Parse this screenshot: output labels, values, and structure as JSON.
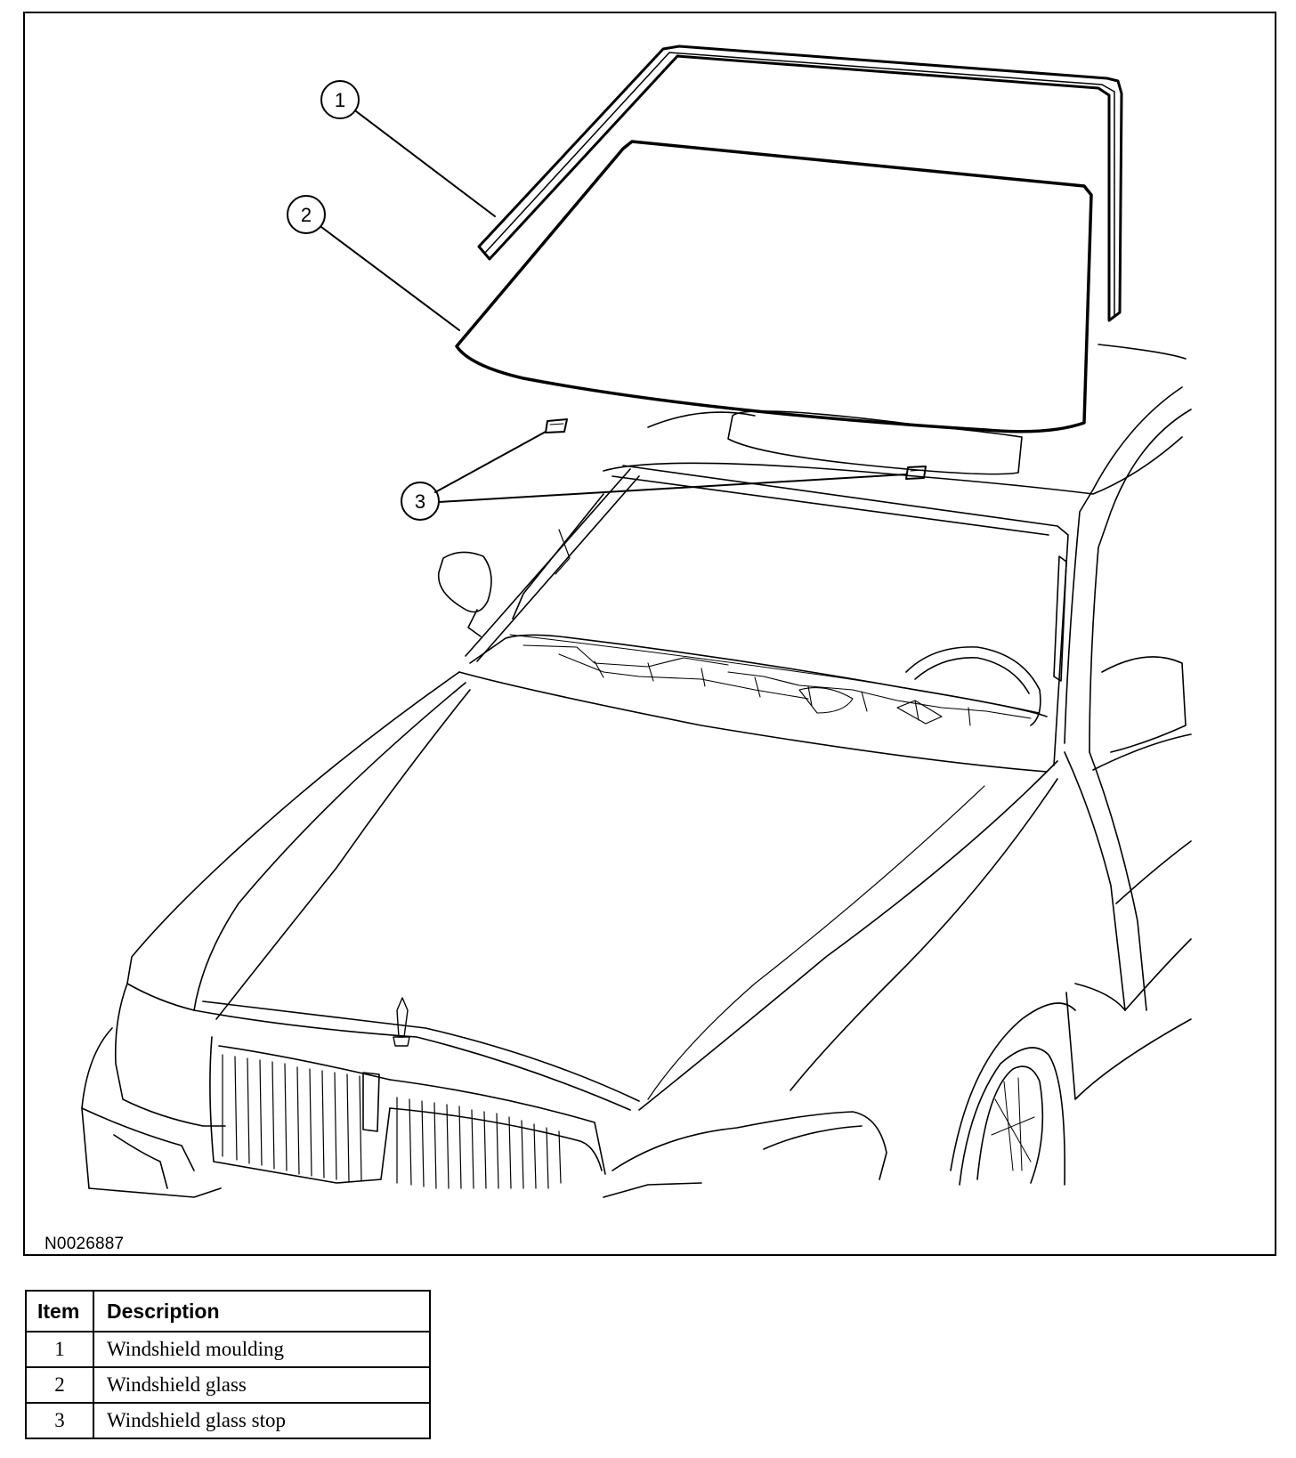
{
  "figure": {
    "id": "N0026887",
    "callouts": [
      {
        "label": "1"
      },
      {
        "label": "2"
      },
      {
        "label": "3"
      }
    ]
  },
  "legend": {
    "headers": {
      "item": "Item",
      "description": "Description"
    },
    "rows": [
      {
        "item": "1",
        "description": "Windshield moulding"
      },
      {
        "item": "2",
        "description": "Windshield glass"
      },
      {
        "item": "3",
        "description": "Windshield glass stop"
      }
    ]
  }
}
